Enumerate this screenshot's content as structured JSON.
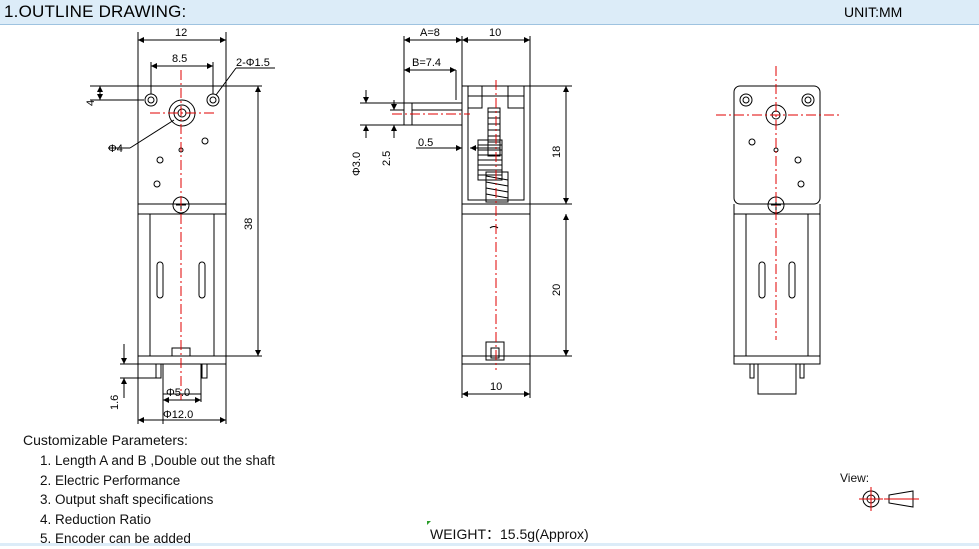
{
  "header": {
    "title": "1.OUTLINE DRAWING:",
    "unit": "UNIT:MM"
  },
  "front_view": {
    "dim_width": "12",
    "dim_hole_spacing": "8.5",
    "dim_holes": "2-Φ1.5",
    "dim_top_offset": "4",
    "dim_shaft_boss": "Φ4",
    "dim_total_length": "38",
    "dim_terminal_height": "1.6",
    "dim_can_inner": "Φ5.0",
    "dim_can_outer": "Φ12.0"
  },
  "side_view": {
    "dim_a": "A=8",
    "dim_depth_top": "10",
    "dim_b": "B=7.4",
    "dim_shaft_dia": "Φ3.0",
    "dim_flat": "2.5",
    "dim_gap": "0.5",
    "dim_gearbox": "18",
    "dim_motor": "20",
    "dim_depth_bottom": "10"
  },
  "parameters": {
    "title": "Customizable Parameters:",
    "items": [
      "1. Length  A and B ,Double out the shaft",
      "2. Electric Performance",
      "3. Output shaft specifications",
      "4.  Reduction Ratio",
      "5. Encoder can be added"
    ]
  },
  "weight": "WEIGHT：15.5g(Approx)",
  "view_label": "View:",
  "colors": {
    "header_bg": "#dcecf8",
    "centerline": "#e00000",
    "outline": "#000000"
  }
}
